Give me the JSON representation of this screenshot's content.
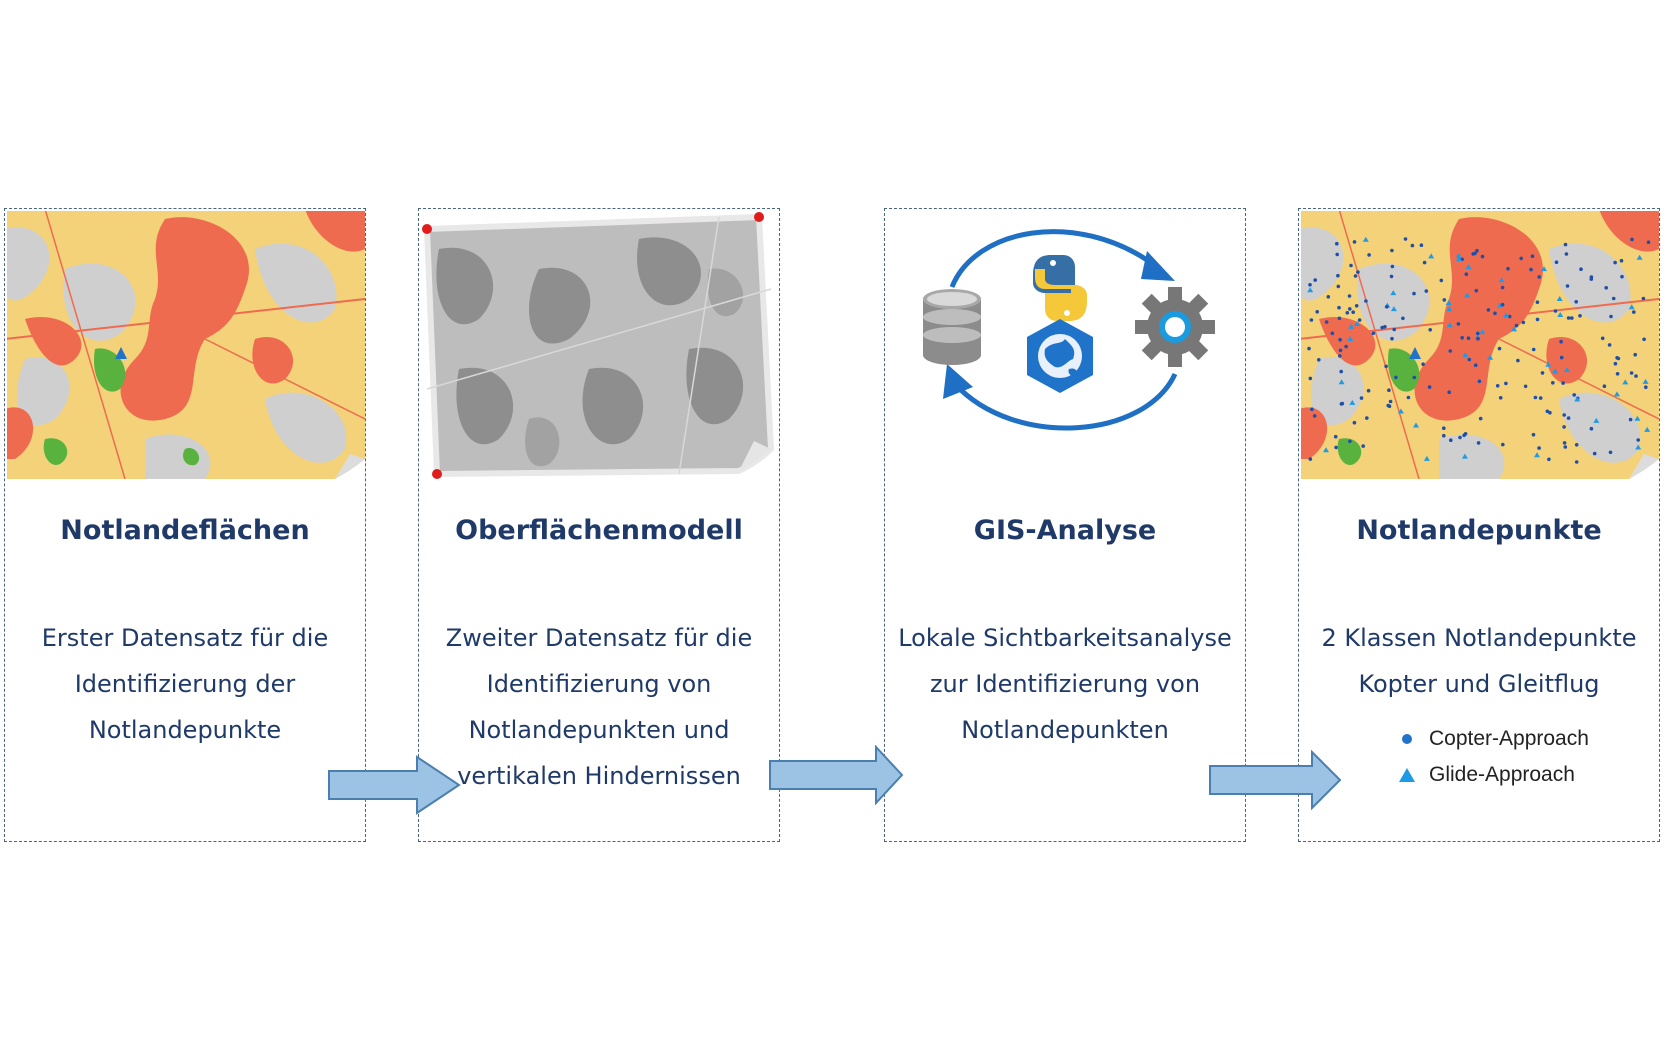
{
  "panels": [
    {
      "title": "Notlandeflächen",
      "lines": [
        "Erster Datensatz für die",
        "Identifizierung der",
        "Notlandepunkte"
      ]
    },
    {
      "title": "Oberflächenmodell",
      "lines": [
        "Zweiter Datensatz für die",
        "Identifizierung von",
        "Notlandepunkten und",
        "vertikalen Hindernissen"
      ]
    },
    {
      "title": "GIS-Analyse",
      "lines": [
        "Lokale Sichtbarkeitsanalyse",
        "zur Identifizierung von",
        "Notlandepunkten"
      ]
    },
    {
      "title": "Notlandepunkte",
      "lines": [
        "2 Klassen Notlandepunkte",
        "Kopter und Gleitflug"
      ],
      "legend": [
        {
          "label": "Copter-Approach",
          "shape": "dot",
          "color": "#1f73c9"
        },
        {
          "label": "Glide-Approach",
          "shape": "triangle",
          "color": "#1f9be6"
        }
      ]
    }
  ],
  "icons": [
    "map-thumbnail-icon",
    "elevation-map-icon",
    "database-icon",
    "python-logo-icon",
    "globe-icon",
    "gear-icon",
    "cycle-arrows-icon"
  ],
  "colors": {
    "title": "#1f3a68",
    "text": "#1f3a68",
    "border": "#4a6580",
    "arrow_fill": "#9cc3e4",
    "arrow_stroke": "#4a7fb0",
    "urban": "#ef6b4f",
    "agri": "#f3d27a",
    "forest": "#cfcfcf",
    "green": "#5ab23e",
    "cycle": "#1f6fc4"
  }
}
